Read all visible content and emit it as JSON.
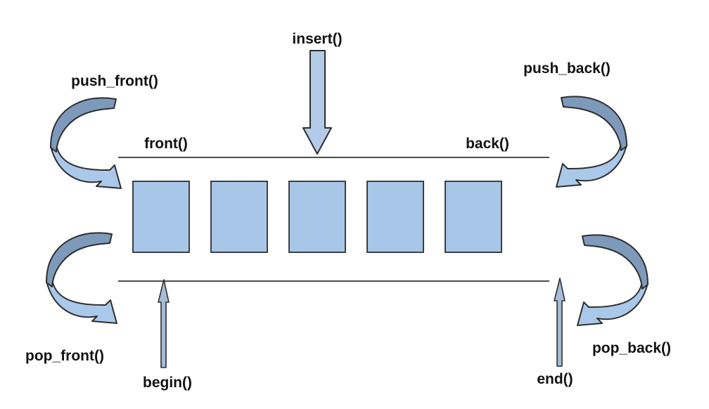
{
  "diagram": {
    "type": "deque-operations-diagram",
    "labels": {
      "insert": "insert()",
      "push_front": "push_front()",
      "push_back": "push_back()",
      "pop_front": "pop_front()",
      "pop_back": "pop_back()",
      "front": "front()",
      "back": "back()",
      "begin": "begin()",
      "end": "end()"
    },
    "element_count": 5,
    "colors": {
      "background": "#ffffff",
      "box_fill": "#a8c6e7",
      "box_border": "#2e2e2e",
      "arrow_light": "#aac8e9",
      "arrow_dark": "#7e9abb",
      "insert_arrow_fill": "#b3cbe8",
      "thin_arrow_fill": "#a6bcd8",
      "rail_line": "#4d4d4d",
      "text": "#111111"
    }
  }
}
